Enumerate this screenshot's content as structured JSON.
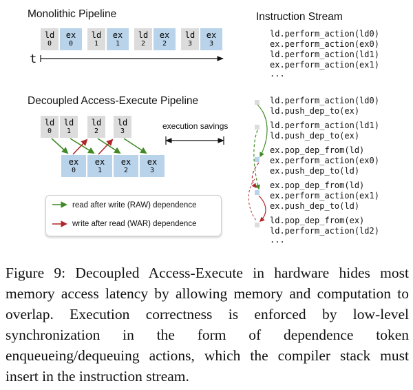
{
  "monolithic": {
    "title": "Monolithic Pipeline",
    "time_label": "t",
    "cells": [
      {
        "op": "ld",
        "idx": "0"
      },
      {
        "op": "ex",
        "idx": "0"
      },
      {
        "op": "ld",
        "idx": "1"
      },
      {
        "op": "ex",
        "idx": "1"
      },
      {
        "op": "ld",
        "idx": "2"
      },
      {
        "op": "ex",
        "idx": "2"
      },
      {
        "op": "ld",
        "idx": "3"
      },
      {
        "op": "ex",
        "idx": "3"
      }
    ]
  },
  "stream": {
    "title": "Instruction Stream",
    "top": [
      "ld.perform_action(ld0)",
      "ex.perform_action(ex0)",
      "ld.perform_action(ld1)",
      "ex.perform_action(ex1)",
      "..."
    ],
    "bottom": [
      "ld.perform_action(ld0)",
      "ld.push_dep_to(ex)",
      "ld.perform_action(ld1)",
      "ld.push_dep_to(ex)",
      "ex.pop_dep_from(ld)",
      "ex.perform_action(ex0)",
      "ex.push_dep_to(ld)",
      "ex.pop_dep_from(ld)",
      "ex.perform_action(ex1)",
      "ex.push_dep_to(ld)",
      "ld.pop_dep_from(ex)",
      "ld.perform_action(ld2)",
      "..."
    ]
  },
  "decoupled": {
    "title": "Decoupled Access-Execute Pipeline",
    "ld_cells": [
      {
        "op": "ld",
        "idx": "0"
      },
      {
        "op": "ld",
        "idx": "1"
      },
      {
        "op": "ld",
        "idx": "2"
      },
      {
        "op": "ld",
        "idx": "3"
      }
    ],
    "ex_cells": [
      {
        "op": "ex",
        "idx": "0"
      },
      {
        "op": "ex",
        "idx": "1"
      },
      {
        "op": "ex",
        "idx": "2"
      },
      {
        "op": "ex",
        "idx": "3"
      }
    ],
    "savings_label": "execution savings"
  },
  "legend": {
    "raw": "read after write  (RAW) dependence",
    "war": "write after read  (WAR) dependence"
  },
  "colors": {
    "ld": "#dcdcdc",
    "ex": "#b9d3ea",
    "raw": "#3f8a25",
    "war": "#b0262a"
  },
  "caption": "Figure 9: Decoupled Access-Execute in hardware hides most memory access latency by allowing memory and computation to overlap.  Execution correctness is enforced by low-level synchronization in the form of dependence token enqueueing/dequeuing actions, which the compiler stack must insert in the instruction stream."
}
